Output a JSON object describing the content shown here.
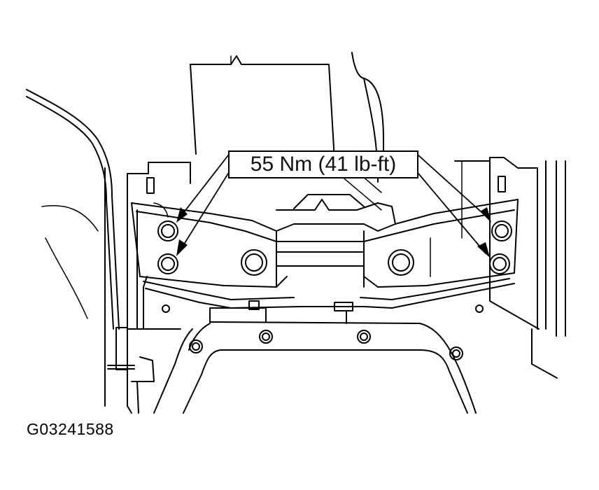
{
  "diagram": {
    "subject": "Transmission crossmember mounting bolts",
    "callout": {
      "torque_label": "55 Nm (41 lb-ft)",
      "targets": 4
    },
    "figure_id": "G03241588",
    "colors": {
      "line": "#000000",
      "background": "#ffffff"
    },
    "icons": {
      "arrow": "arrow-pointer-icon",
      "bolt": "bolt-icon"
    }
  }
}
